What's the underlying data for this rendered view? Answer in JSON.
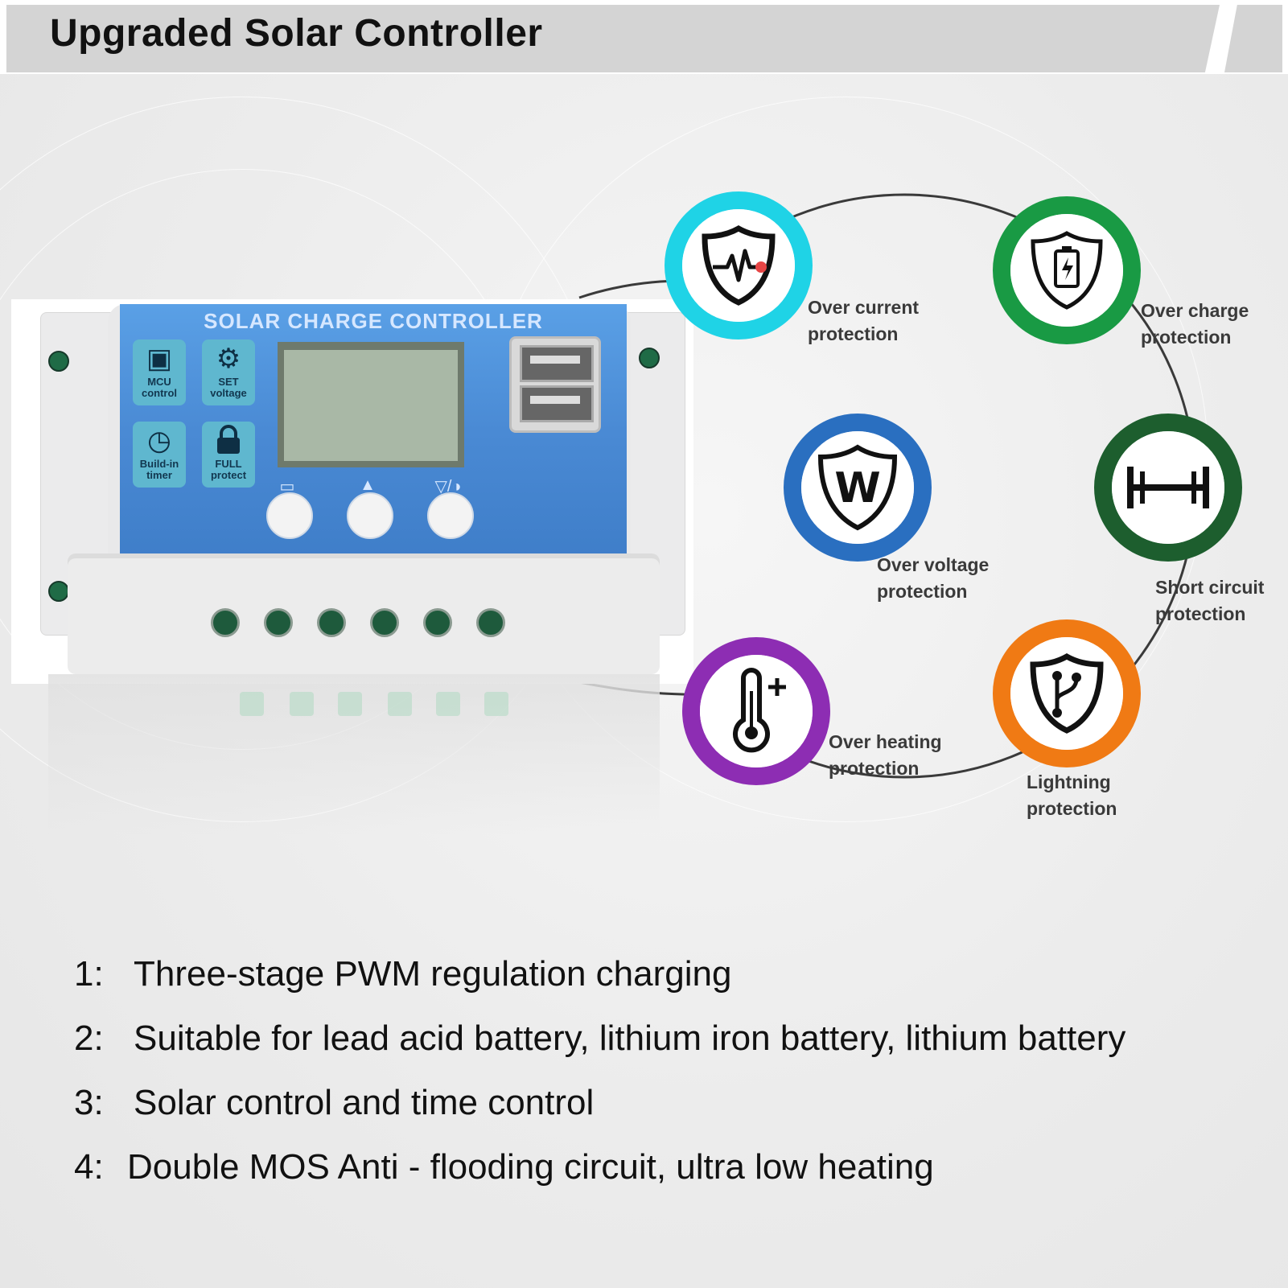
{
  "header": {
    "title": "Upgraded Solar Controller"
  },
  "device": {
    "face_title": "SOLAR CHARGE CONTROLLER",
    "tiles": [
      {
        "icon": "chip-icon",
        "label_1": "MCU",
        "label_2": "control"
      },
      {
        "icon": "gear-icon",
        "label_1": "SET",
        "label_2": "voltage"
      },
      {
        "icon": "clock-icon",
        "label_1": "Build-in",
        "label_2": "timer"
      },
      {
        "icon": "lock-icon",
        "label_1": "FULL",
        "label_2": "protect"
      }
    ],
    "buttons": [
      {
        "icon": "battery-icon"
      },
      {
        "icon": "up-arrow-icon"
      },
      {
        "icon": "down-arrow-light-icon"
      }
    ]
  },
  "features": [
    {
      "label_1": "Over current",
      "label_2": "protection",
      "color": "#1fd3e6",
      "icon": "shield-pulse-icon"
    },
    {
      "label_1": "Over charge",
      "label_2": "protection",
      "color": "#199a44",
      "icon": "shield-battery-icon"
    },
    {
      "label_1": "Over voltage",
      "label_2": "protection",
      "color": "#2a6fc0",
      "icon": "shield-w-icon"
    },
    {
      "label_1": "Short circuit",
      "label_2": "protection",
      "color": "#1d5e2e",
      "icon": "short-circuit-icon"
    },
    {
      "label_1": "Over heating",
      "label_2": "protection",
      "color": "#8d2db3",
      "icon": "thermometer-icon"
    },
    {
      "label_1": "Lightning",
      "label_2": "protection",
      "color": "#f07a14",
      "icon": "shield-lightning-icon"
    }
  ],
  "list": [
    {
      "num": "1:",
      "text": "Three-stage PWM regulation charging"
    },
    {
      "num": "2:",
      "text": "Suitable for lead acid battery, lithium iron battery, lithium battery"
    },
    {
      "num": "3:",
      "text": "Solar control and time control"
    },
    {
      "num": "4:",
      "text": "Double MOS Anti - flooding circuit, ultra low heating"
    }
  ]
}
